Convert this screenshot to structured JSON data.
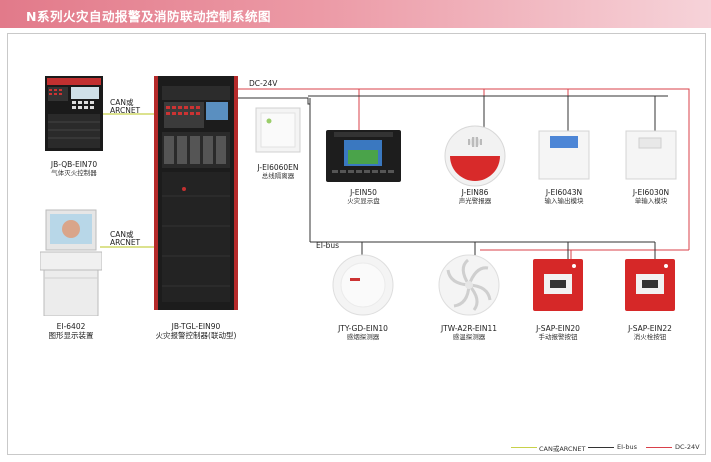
{
  "header": {
    "title": "N系列火灾自动报警及消防联动控制系统图"
  },
  "colors": {
    "banner": "#e27a8a",
    "canbus": "#c8d14a",
    "eibus": "#333333",
    "dc24v": "#d9404a"
  },
  "labels": {
    "can_top_1": "CAN或",
    "can_top_2": "ARCNET",
    "can_bottom_1": "CAN或",
    "can_bottom_2": "ARCNET",
    "dc24v": "DC-24V",
    "eibus": "EI-bus"
  },
  "devices": [
    {
      "model": "JB-QB-EIN70",
      "name": "气体灭火控制器",
      "icon": "gas-extinguishing-controller-icon"
    },
    {
      "model": "EI-6402",
      "name": "图形显示装置",
      "icon": "graphic-display-console-icon"
    },
    {
      "model": "JB-TGL-EIN90",
      "name": "火灾报警控制器(联动型)",
      "icon": "fire-alarm-cabinet-icon"
    },
    {
      "model": "J-EI6060EN",
      "name": "总线隔离器",
      "icon": "bus-isolator-icon"
    },
    {
      "model": "J-EIN50",
      "name": "火灾显示盘",
      "icon": "fire-display-panel-icon"
    },
    {
      "model": "J-EIN86",
      "name": "声光警报器",
      "icon": "sound-light-alarm-icon"
    },
    {
      "model": "J-EI6043N",
      "name": "输入输出模块",
      "icon": "io-module-icon"
    },
    {
      "model": "J-EI6030N",
      "name": "单输入模块",
      "icon": "input-module-icon"
    },
    {
      "model": "JTY-GD-EIN10",
      "name": "感烟探测器",
      "icon": "smoke-detector-icon"
    },
    {
      "model": "JTW-A2R-EIN11",
      "name": "感温探测器",
      "icon": "heat-detector-icon"
    },
    {
      "model": "J-SAP-EIN20",
      "name": "手动报警按钮",
      "icon": "manual-call-point-icon"
    },
    {
      "model": "J-SAP-EIN22",
      "name": "消火栓按钮",
      "icon": "hydrant-button-icon"
    }
  ],
  "legend": [
    {
      "label": "CAN或ARCNET",
      "color": "#c8d14a"
    },
    {
      "label": "EI-bus",
      "color": "#333333"
    },
    {
      "label": "DC-24V",
      "color": "#d9404a"
    }
  ]
}
